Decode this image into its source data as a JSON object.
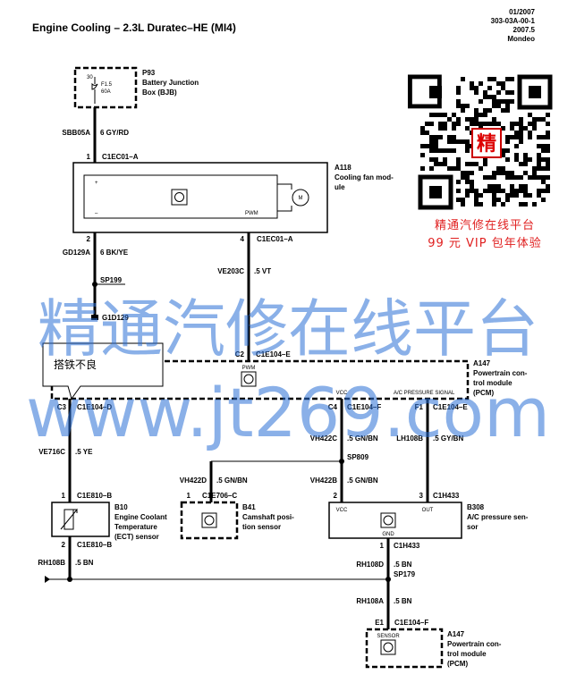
{
  "header": {
    "title": "Engine Cooling – 2.3L Duratec–HE (MI4)",
    "date": "01/2007",
    "code": "303-03A-00-1",
    "year": "2007.5",
    "model": "Mondeo"
  },
  "promo": {
    "line1": "精通汽修在线平台",
    "line2": "99 元 VIP 包年体验",
    "qr_center": "精"
  },
  "watermark": {
    "line1": "精通汽修在线平台",
    "line2": "www.jt269.com"
  },
  "bjb": {
    "id": "P93",
    "name1": "Battery Junction",
    "name2": "Box (BJB)",
    "pin": "30",
    "fuse1": "F1.5",
    "fuse2": "60A"
  },
  "wires": {
    "sbb05a": "SBB05A",
    "sbb05a_color": "6 GY/RD",
    "gd129a": "GD129A",
    "gd129a_color": "6 BK/YE",
    "ve203c": "VE203C",
    "ve203c_color": ".5 VT",
    "ve716c": "VE716C",
    "ve716c_color": ".5 YE",
    "vh422c": "VH422C",
    "vh422c_color": ".5 GN/BN",
    "lh108b": "LH108B",
    "lh108b_color": ".5 GY/BN",
    "vh422d": "VH422D",
    "vh422d_color": ".5 GN/BN",
    "vh422b": "VH422B",
    "vh422b_color": ".5 GN/BN",
    "rh108d": "RH108D",
    "rh108d_color": ".5 BN",
    "rh108b": "RH108B",
    "rh108b_color": ".5 BN",
    "rh108a": "RH108A",
    "rh108a_color": ".5 BN"
  },
  "splices": {
    "sp199": "SP199",
    "sp809": "SP809",
    "sp179": "SP179",
    "g1d129": "G1D129"
  },
  "fan": {
    "id": "A118",
    "name1": "Cooling fan mod-",
    "name2": "ule",
    "pin_top": "1",
    "conn_top": "C1EC01–A",
    "pin_left": "2",
    "pin_right": "4",
    "conn_bottom": "C1EC01–A",
    "pwm": "PWM",
    "plus": "+",
    "minus": "–",
    "motor": "M"
  },
  "pcm": {
    "id": "A147",
    "name1": "Powertrain con-",
    "name2": "trol module",
    "name3": "(PCM)",
    "c2": "C2",
    "c2_conn": "C1E104–E",
    "pwm": "PWM",
    "c3": "C3",
    "c3_conn": "C1E104–D",
    "vcc": "VCC",
    "c4": "C4",
    "c4_conn": "C1E104–F",
    "ac_signal": "A/C PRESSURE SIGNAL",
    "f1": "F1",
    "f1_conn": "C1E104–E",
    "note": "搭铁不良"
  },
  "ect": {
    "id": "B10",
    "name1": "Engine Coolant",
    "name2": "Temperature",
    "name3": "(ECT) sensor",
    "pin1": "1",
    "conn1": "C1E810–B",
    "pin2": "2",
    "conn2": "C1E810–B"
  },
  "cmp": {
    "id": "B41",
    "name1": "Camshaft posi-",
    "name2": "tion sensor",
    "pin": "1",
    "conn": "C1E706–C"
  },
  "acp": {
    "id": "B308",
    "name1": "A/C pressure sen-",
    "name2": "sor",
    "pin2": "2",
    "pin3": "3",
    "conn": "C1H433",
    "vcc": "VCC",
    "out": "OUT",
    "gnd": "GND",
    "pin1": "1",
    "conn1": "C1H433"
  },
  "pcm2": {
    "id": "A147",
    "name1": "Powertrain con-",
    "name2": "trol module",
    "name3": "(PCM)",
    "pin": "E1",
    "conn": "C1E104–F",
    "sensor": "SENSOR"
  }
}
